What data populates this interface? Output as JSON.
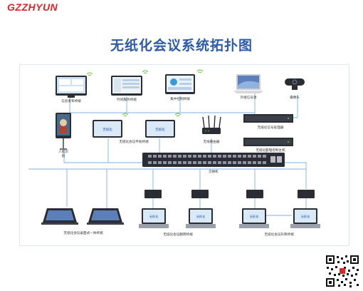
{
  "brand": {
    "name": "GZZHYUN",
    "color": "#d8262b"
  },
  "diagram": {
    "title": "无纸化会议系统拓扑图",
    "nodes": {
      "info_release": {
        "label": "信息发布终端",
        "icon": "monitor-icon"
      },
      "time_service": {
        "label": "时间服务终端",
        "icon": "monitor-icon"
      },
      "central_control": {
        "label": "集中控制终端",
        "icon": "monitor-icon"
      },
      "ext_signal": {
        "label": "外接信号源",
        "icon": "laptop-icon"
      },
      "camera": {
        "label": "摄像头",
        "icon": "camera-icon"
      },
      "face_gate": {
        "label": "人脸识别",
        "icon": "face-terminal-icon"
      },
      "tablet_left": {
        "screen_text": "无纸化",
        "icon": "tablet-icon"
      },
      "tablet_right": {
        "screen_text": "无纸化",
        "icon": "tablet-icon"
      },
      "tablet_group": {
        "label": "无纸化会议平板终端"
      },
      "router": {
        "label": "无线路由器",
        "icon": "router-icon"
      },
      "signal_processor": {
        "label": "无纸化信号处理器",
        "icon": "rack-icon"
      },
      "host": {
        "label": "无纸化管理控制主机",
        "icon": "rack-icon"
      },
      "switch": {
        "label": "交换机",
        "icon": "switch-icon"
      },
      "desktop_terminal": {
        "label": "无纸化会议桌面式一体终端",
        "icon": "desktop-terminal-icon"
      },
      "lift_terminal_a": {
        "screen_text": "无纸化",
        "icon": "lift-screen-icon"
      },
      "lift_terminal_b": {
        "screen_text": "无纸化",
        "icon": "lift-screen-icon"
      },
      "lift_group_a": {
        "label": "无纸化会议翻转终端"
      },
      "lift_terminal_c": {
        "screen_text": "无纸化",
        "icon": "lift-screen-icon"
      },
      "lift_terminal_d": {
        "screen_text": "无纸化",
        "icon": "lift-screen-icon"
      },
      "lift_group_b": {
        "label": "无纸化会议升降终端"
      }
    },
    "colors": {
      "title": "#2e5aa8",
      "link": "#7fb2df",
      "wifi": "#6cc24a",
      "device": "#2a2d33",
      "screen": "#cfe3f4"
    }
  }
}
